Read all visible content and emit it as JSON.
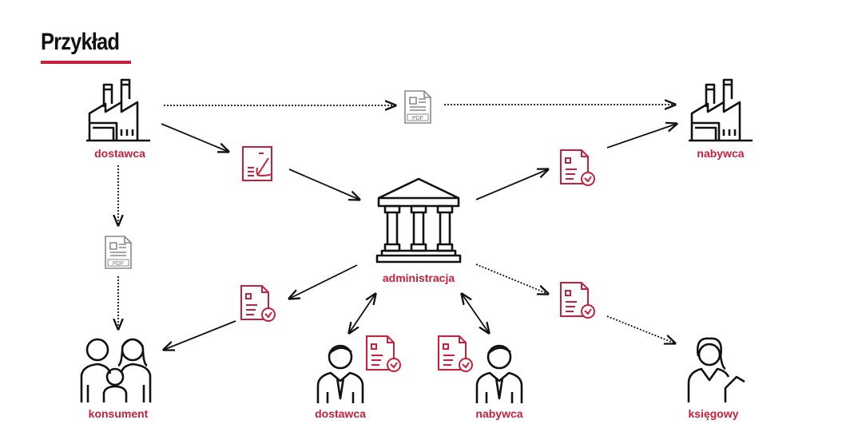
{
  "title": "Przykład",
  "accent_color": "#c8203c",
  "nodes": {
    "supplier_factory": "dostawca",
    "buyer_factory": "nabywca",
    "administration": "administracja",
    "consumer": "konsument",
    "supplier_person": "dostawca",
    "buyer_person": "nabywca",
    "accountant": "księgowy"
  },
  "pdf_label": "PDF"
}
